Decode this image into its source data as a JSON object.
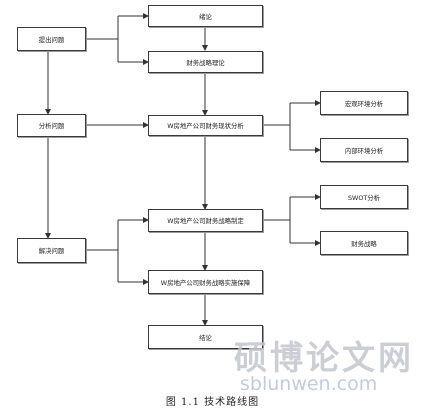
{
  "nodes": {
    "raise": "提出问题",
    "intro": "绪论",
    "theory": "财务战略理论",
    "analyze": "分析问题",
    "status": "W房地产公司财务现状分析",
    "macro": "宏观环境分析",
    "internal": "内部环境分析",
    "solve": "解决问题",
    "formulate": "W房地产公司财务战略制定",
    "swot": "SWOT分析",
    "fin_strategy": "财务战略",
    "guarantee": "W房地产公司财务战略实施保障",
    "conclusion": "结论"
  },
  "caption": "图 1.1 技术路线图",
  "watermark": {
    "text": "硕博论文网",
    "url": "sblunwen.com"
  }
}
